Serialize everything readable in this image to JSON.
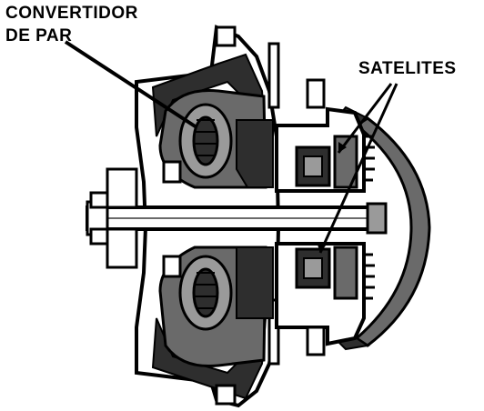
{
  "callouts": {
    "torque_converter_line1": "CONVERTIDOR",
    "torque_converter_line2": "DE PAR",
    "planet_gears": "SATELITES"
  },
  "colors": {
    "ink": "#000000",
    "dark_fill": "#2e2e2e",
    "mid_fill": "#6a6a6a",
    "light_fill": "#9a9a9a",
    "paper": "#ffffff"
  },
  "icons": [
    "torque-converter-cutaway"
  ]
}
